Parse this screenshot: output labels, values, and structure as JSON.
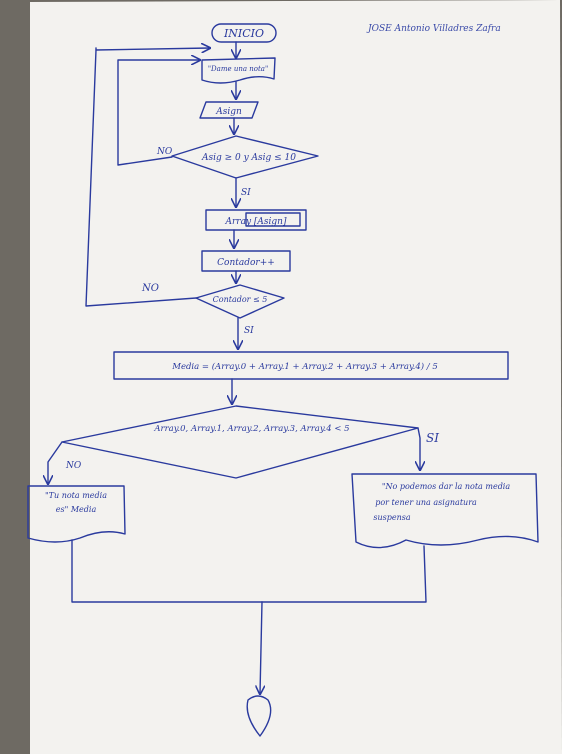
{
  "author": "JOSE Antonio Villadres Zafra",
  "nodes": {
    "start": "INICIO",
    "prompt": "\"Dame una nota\"",
    "input": "Asign",
    "check_range": "Asig ≥ 0 y Asig ≤ 10",
    "store": "Array [Asign]",
    "counter": "Contador++",
    "check_counter": "Contador ≤ 5",
    "mean": "Media = (Array.0 + Array.1 + Array.2 + Array.3 + Array.4) / 5",
    "check_fail": "Array.0, Array.1, Array.2, Array.3, Array.4 < 5",
    "out_mean_1": "\"Tu nota media",
    "out_mean_2": "es\" Media",
    "out_fail_1": "\"No podemos dar la nota media",
    "out_fail_2": "por tener una asignatura",
    "out_fail_3": "suspensa"
  },
  "labels": {
    "no": "NO",
    "si": "SI"
  },
  "colors": {
    "paper": "#f3f2ef",
    "ink": "#2a3a9e",
    "background": "#6e6a63"
  }
}
